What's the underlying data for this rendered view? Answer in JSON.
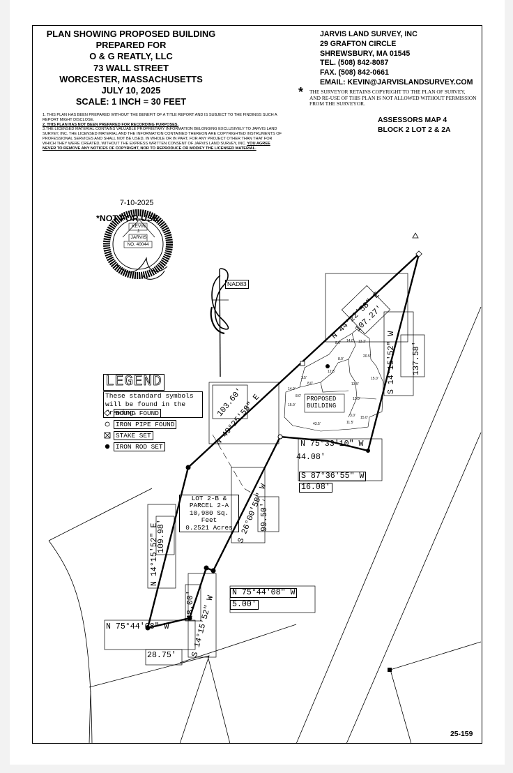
{
  "title_block": {
    "line1": "PLAN SHOWING PROPOSED BUILDING",
    "line2": "PREPARED FOR",
    "line3": "O & G REATLY, LLC",
    "line4": "73 WALL STREET",
    "line5": "WORCESTER, MASSACHUSETTS",
    "line6": "JULY 10, 2025",
    "line7": "SCALE: 1 INCH = 30 FEET"
  },
  "surveyor": {
    "name": "JARVIS LAND SURVEY, INC",
    "street": "29 GRAFTON CIRCLE",
    "city": "SHREWSBURY, MA 01545",
    "tel": "TEL. (508) 842-8087",
    "fax": "FAX. (508) 842-0661",
    "email": "EMAIL: KEVIN@JARVISLANDSURVEY.COM",
    "star": "*",
    "copyright": "THE SURVEYOR RETAINS COPYRIGHT TO THE PLAN OF SURVEY, AND RE-USE OF THIS PLAN IS NOT ALLOWED WITHOUT PERMISSION FROM THE SURVEYOR."
  },
  "assessor": {
    "line1": "ASSESSORS MAP 4",
    "line2": "BLOCK 2 LOT 2 & 2A"
  },
  "notes": {
    "n1": "1. THIS PLAN HAS BEEN PREPARED WITHOUT THE BENEFIT OF A TITLE REPORT AND IS SUBJECT TO THE FINDINGS SUCH A REPORT MIGHT DISCLOSE.",
    "n2": "2. THIS PLAN HAS NOT BEEN PREPARED FOR RECORDING PURPOSES.",
    "n3": "3.THE LICENSED MATERIAL CONTAINS VALUABLE PROPRIETARY INFORMATION BELONGING EXCLUSIVELY TO JARVIS LAND SURVEY, INC. THE LICENSED MATERIAL AND THE INFORMATION CONTAINED THEREON ARE COPYRIGHTED INSTRUMENTS OF PROFESSIONAL SERVICES AND SHALL NOT BE USED, IN WHOLE OR IN PART, FOR ANY PROJECT OTHER THAN THAT FOR WHICH THEY WERE CREATED, WITHOUT THE EXPRESS WRITTEN CONSENT OF JARVIS LAND SURVEY, INC.",
    "n3_emph": "YOU AGREE NEVER TO REMOVE ANY NOTICES OF COPYRIGHT, NOR TO REPRODUCE OR MODIFY THE LICENSED MATERIAL."
  },
  "stamp": {
    "date": "7-10-2025",
    "not_for_use": "*NOT FOR USE",
    "name": "KEVIN",
    "initial": "J.",
    "surname": "JARVIS",
    "number": "NO. 40044"
  },
  "north_arrow": {
    "datum": "NAD83"
  },
  "legend": {
    "title": "LEGEND",
    "subtitle": "These standard symbols will be found in the drawing.",
    "bound": "BOUND FOUND",
    "pipe": "IRON PIPE FOUND",
    "stake": "STAKE SET",
    "rod": "IRON ROD SET"
  },
  "lot": {
    "line1": "LOT 2-B &",
    "line2": "PARCEL 2-A",
    "line3": "10,980 Sq. Feet",
    "line4": "0.2521 Acres"
  },
  "building": {
    "line1": "PROPOSED",
    "line2": "BUILDING"
  },
  "boundary": {
    "b1": "N 44°22'58\" E",
    "d1": "107.27'",
    "b2": "S 14°15'52\" W",
    "d2": "137.58'",
    "b3": "N 49°25'58\" E",
    "d3": "103.60'",
    "b4": "N 75°33'10\" W",
    "d4": "44.08'",
    "b5": "S 87°36'55\" W",
    "d5": "16.08'",
    "b6": "S 26°00'58\" W",
    "d6": "99.50'",
    "b7": "N 14°15'52\" E",
    "d7": "109.98'",
    "b8": "N 75°44'08\" W",
    "d8": "5.00'",
    "b9": "S 14°15'52\" W",
    "d9": "48.00'",
    "b10": "N 75°44'08\" W",
    "d10": "28.75'"
  },
  "building_dims": [
    "15.0'",
    "13.3'",
    "14.0'",
    "8.0'",
    "20.5'",
    "13.5'",
    "8.0'",
    "12.5'",
    "8.0'",
    "14.0'",
    "3.5'",
    "3.0'",
    "15.0'",
    "15.0'",
    "8.0'",
    "43.5'",
    "11.5'",
    "15.0'"
  ],
  "sheet_number": "25-159"
}
